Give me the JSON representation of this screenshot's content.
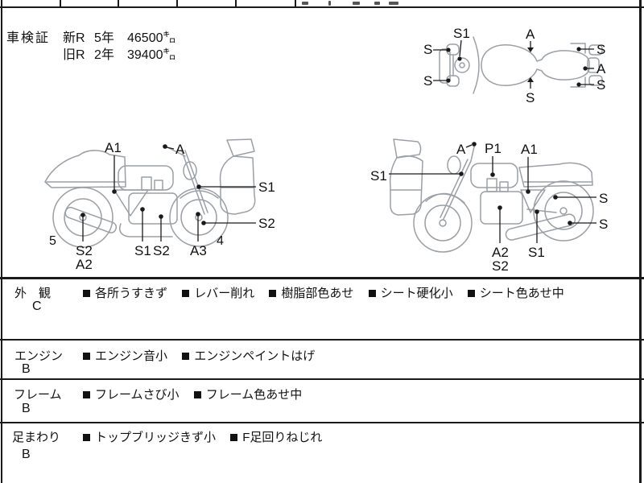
{
  "colors": {
    "line": "#1a1a1a",
    "sketch": "#9aa0a6"
  },
  "vehicle_inspection": {
    "title": "車検証",
    "rows": [
      {
        "reg": "新R",
        "years": "5年",
        "distance": "46500㌔"
      },
      {
        "reg": "旧R",
        "years": "2年",
        "distance": "39400㌔"
      }
    ]
  },
  "diagrams": {
    "top_view": {
      "labels": [
        {
          "text": "S1"
        },
        {
          "text": "S"
        },
        {
          "text": "S"
        },
        {
          "text": "A"
        },
        {
          "text": "S"
        },
        {
          "text": "S"
        },
        {
          "text": "A"
        },
        {
          "text": "S"
        }
      ]
    },
    "left_side": {
      "labels": [
        {
          "text": "A1"
        },
        {
          "text": "A"
        },
        {
          "text": "S1"
        },
        {
          "text": "S2"
        },
        {
          "text": "5"
        },
        {
          "text": "S2"
        },
        {
          "text": "A2"
        },
        {
          "text": "S1"
        },
        {
          "text": "S2"
        },
        {
          "text": "A3"
        },
        {
          "text": "4"
        }
      ]
    },
    "right_side": {
      "labels": [
        {
          "text": "A"
        },
        {
          "text": "P1"
        },
        {
          "text": "A1"
        },
        {
          "text": "S1"
        },
        {
          "text": "S"
        },
        {
          "text": "S"
        },
        {
          "text": "A2"
        },
        {
          "text": "S2"
        },
        {
          "text": "S1"
        }
      ]
    }
  },
  "condition_table": {
    "rows": [
      {
        "label": "外　観",
        "grade": "C",
        "items": [
          "各所うすきず",
          "レバー削れ",
          "樹脂部色あせ",
          "シート硬化小",
          "シート色あせ中"
        ]
      },
      {
        "label": "エンジン",
        "grade": "B",
        "items": [
          "エンジン音小",
          "エンジンペイントはげ"
        ]
      },
      {
        "label": "フレーム",
        "grade": "B",
        "items": [
          "フレームさび小",
          "フレーム色あせ中"
        ]
      },
      {
        "label": "足まわり",
        "grade": "B",
        "items": [
          "トップブリッジきず小",
          "F足回りねじれ"
        ]
      }
    ]
  }
}
